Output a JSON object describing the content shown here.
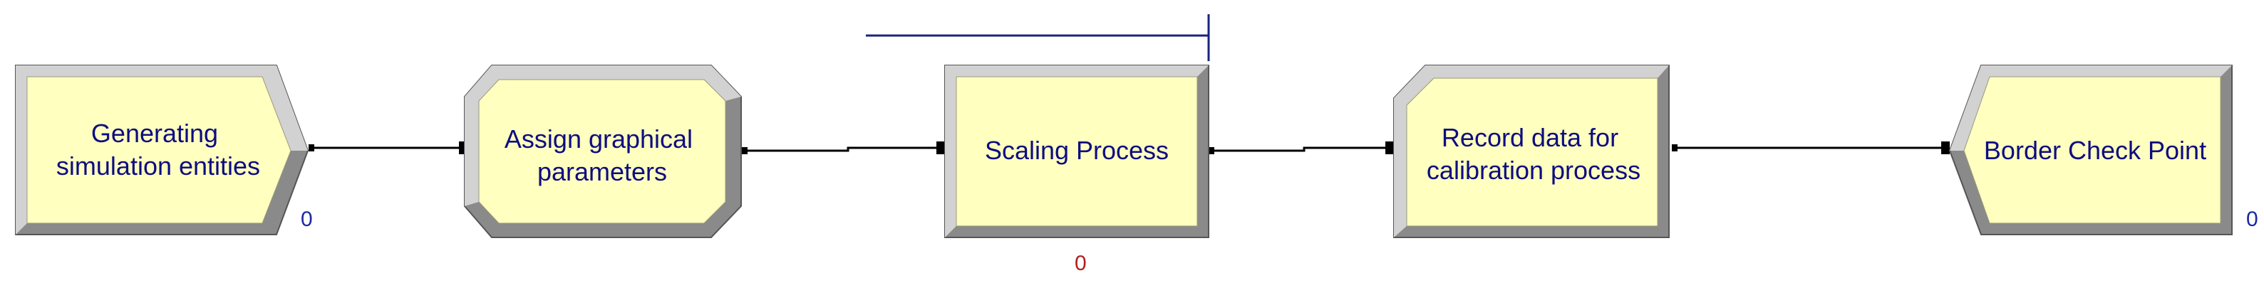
{
  "colors": {
    "module_fill": "#ffffc0",
    "frame_light": "#d2d2d2",
    "frame_dark": "#8a8a8a",
    "connector": "#000000",
    "label_text": "#0d0d80",
    "counter_blue": "#1a2aa0",
    "counter_red": "#b02020",
    "resource_bar": "#1a237e"
  },
  "modules": [
    {
      "id": "create",
      "kind": "create",
      "icon": "create-module-shape",
      "label_lines": [
        "Generating",
        "simulation entities"
      ],
      "counter": "0",
      "counter_color": "blue"
    },
    {
      "id": "assign",
      "kind": "assign",
      "icon": "assign-module-shape",
      "label_lines": [
        "Assign graphical",
        "parameters"
      ]
    },
    {
      "id": "process",
      "kind": "process",
      "icon": "process-module-shape",
      "label_lines": [
        "Scaling Process"
      ],
      "counter": "0",
      "counter_color": "red"
    },
    {
      "id": "record",
      "kind": "record",
      "icon": "record-module-shape",
      "label_lines": [
        "Record data for",
        "calibration process"
      ]
    },
    {
      "id": "dispose",
      "kind": "dispose",
      "icon": "dispose-module-shape",
      "label_lines": [
        "Border Check Point"
      ],
      "counter": "0",
      "counter_color": "blue"
    }
  ]
}
